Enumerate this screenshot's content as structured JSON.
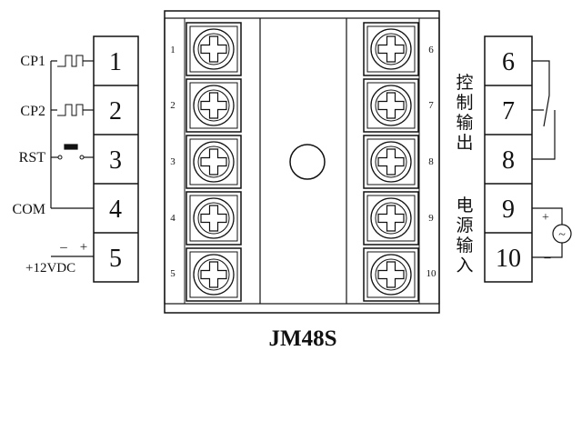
{
  "model": "JM48S",
  "left_terminals": [
    "1",
    "2",
    "3",
    "4",
    "5"
  ],
  "left_signals": [
    "CP1",
    "CP2",
    "RST",
    "COM"
  ],
  "power_polarity": {
    "minus": "–",
    "plus": "+"
  },
  "power_supply": "+12VDC",
  "device_pins_left": [
    "1",
    "2",
    "3",
    "4",
    "5"
  ],
  "device_pins_right": [
    "6",
    "7",
    "8",
    "9",
    "10"
  ],
  "right_terminals": [
    "6",
    "7",
    "8",
    "9",
    "10"
  ],
  "control_output_label": [
    "控",
    "制",
    "输",
    "出"
  ],
  "power_input_label": [
    "电",
    "源",
    "输",
    "入"
  ],
  "ac_polarity": {
    "plus": "+",
    "minus": "–"
  },
  "ac_symbol": "~"
}
